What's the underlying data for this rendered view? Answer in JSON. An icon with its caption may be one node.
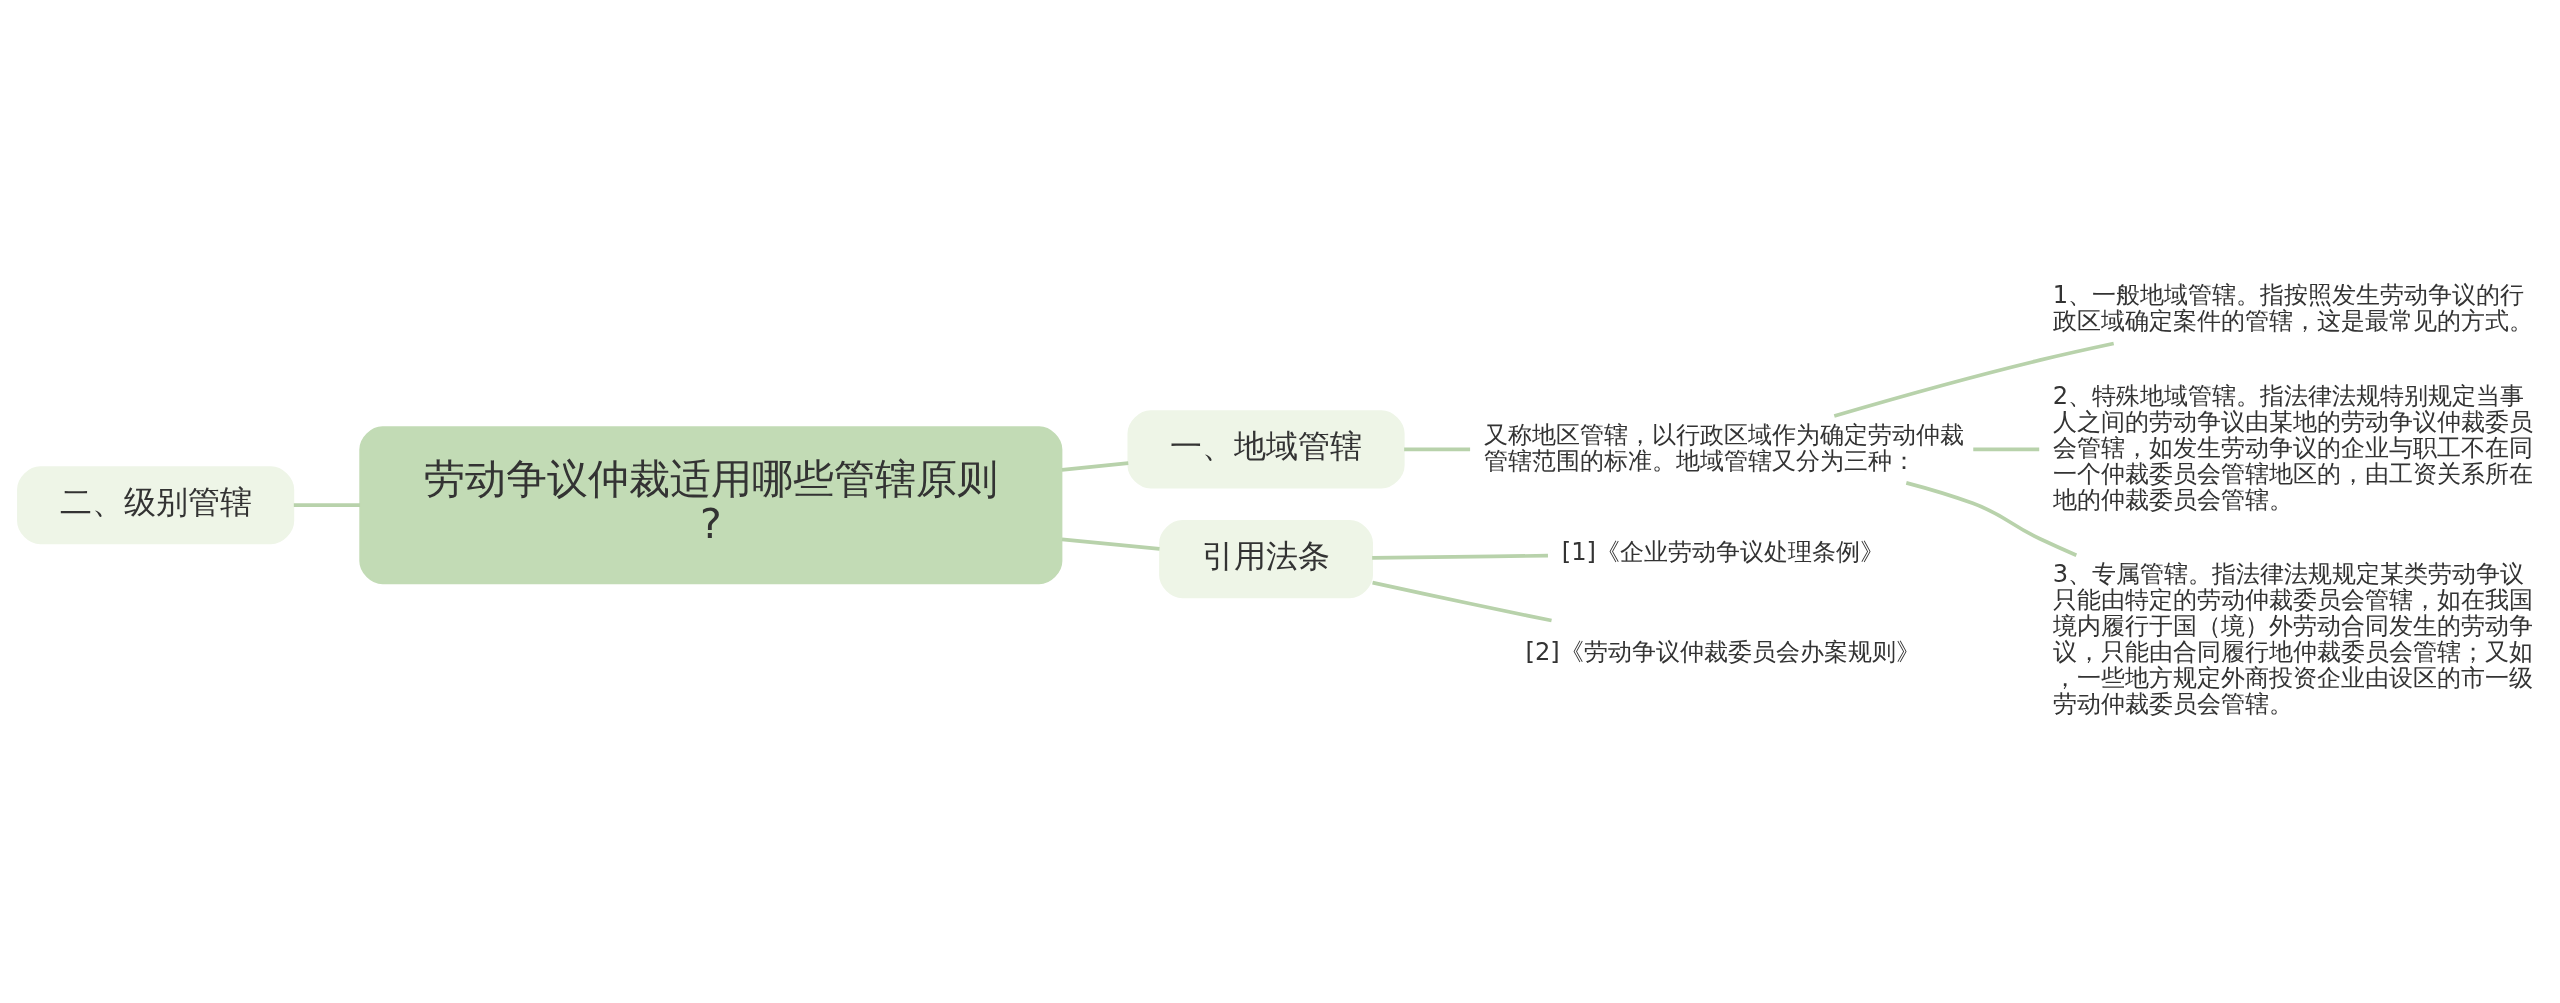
{
  "diagram": {
    "nodes": [
      {
        "text": [
          "劳动争议仲裁适用哪些管辖原则?"
        ]
      },
      {
        "text": [
          "二、级别管辖"
        ]
      },
      {
        "text": [
          "一、地域管辖"
        ]
      },
      {
        "text": [
          "又称地区管辖，以行政区域作为确定劳动仲裁管辖范围的标准。地域管辖又分为三种："
        ]
      },
      {
        "text": [
          "1、一般地域管辖。指按照发生劳动争议的行政区域确定案件的管辖，这是最常见的方式。"
        ]
      },
      {
        "text": [
          "2、特殊地域管辖。指法律法规特别规定当事人之间的劳动争议由某地的劳动争议仲裁委员会管辖，如发生劳动争议的企业与职工不在同一个仲裁委员会管辖地区的，由工资关系所在地的仲裁委员会管辖。"
        ]
      },
      {
        "text": [
          "3、专属管辖。指法律法规规定某类劳动争议只能由特定的劳动仲裁委员会管辖，如在我国境内履行于国（境）外劳动合同发生的劳动争议，只能由合同履行地仲裁委员会管辖；又如，一些地方规定外商投资企业由设区的市一级劳动仲裁委员会管辖。"
        ]
      },
      {
        "text": [
          "引用法条"
        ]
      },
      {
        "text": [
          "[1]《企业劳动争议处理条例》"
        ]
      },
      {
        "text": [
          "[2]《劳动争议仲裁委员会办案规则》"
        ]
      }
    ],
    "edges": [
      {
        "from": 0,
        "to": 1,
        "arrow": "none"
      },
      {
        "from": 0,
        "to": 2,
        "arrow": "none"
      },
      {
        "from": 2,
        "to": 3,
        "arrow": "none"
      },
      {
        "from": 3,
        "to": 4,
        "arrow": "none"
      },
      {
        "from": 3,
        "to": 5,
        "arrow": "none"
      },
      {
        "from": 3,
        "to": 6,
        "arrow": "none"
      },
      {
        "from": 0,
        "to": 7,
        "arrow": "none"
      },
      {
        "from": 7,
        "to": 8,
        "arrow": "none"
      },
      {
        "from": 7,
        "to": 9,
        "arrow": "none"
      }
    ]
  }
}
